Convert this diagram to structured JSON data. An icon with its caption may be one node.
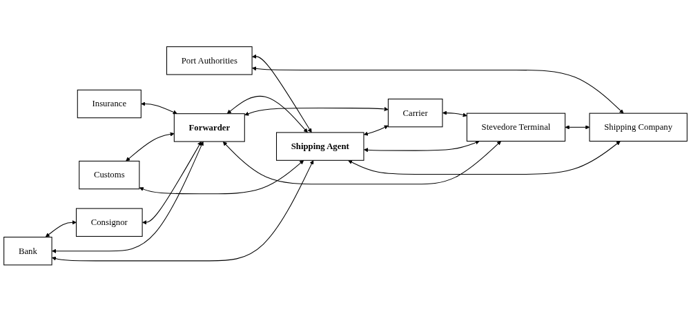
{
  "diagram": {
    "nodes": [
      {
        "text": [
          "Insurance"
        ]
      },
      {
        "text": [
          "Bank"
        ]
      },
      {
        "text": [
          "Customs"
        ]
      },
      {
        "text": [
          "Port Authorities"
        ]
      },
      {
        "text": [
          "Consignor"
        ]
      },
      {
        "text": [
          "Forwarder"
        ]
      },
      {
        "text": [
          "Shipping Agent"
        ]
      },
      {
        "text": [
          "Carrier"
        ]
      },
      {
        "text": [
          "Stevedore Terminal"
        ]
      },
      {
        "text": [
          "Shipping Company"
        ]
      }
    ],
    "edges": [
      {
        "from": 0,
        "to": 5,
        "arrow": "both"
      },
      {
        "from": 1,
        "to": 4,
        "arrow": "both"
      },
      {
        "from": 1,
        "to": 5,
        "arrow": "both"
      },
      {
        "from": 1,
        "to": 6,
        "arrow": "both"
      },
      {
        "from": 2,
        "to": 5,
        "arrow": "both"
      },
      {
        "from": 2,
        "to": 6,
        "arrow": "both"
      },
      {
        "from": 3,
        "to": 6,
        "arrow": "both"
      },
      {
        "from": 3,
        "to": 9,
        "arrow": "both"
      },
      {
        "from": 4,
        "to": 5,
        "arrow": "both"
      },
      {
        "from": 5,
        "to": 6,
        "arrow": "both"
      },
      {
        "from": 5,
        "to": 7,
        "arrow": "both"
      },
      {
        "from": 5,
        "to": 8,
        "arrow": "both"
      },
      {
        "from": 6,
        "to": 7,
        "arrow": "both"
      },
      {
        "from": 6,
        "to": 8,
        "arrow": "both"
      },
      {
        "from": 6,
        "to": 9,
        "arrow": "both"
      },
      {
        "from": 7,
        "to": 8,
        "arrow": "both"
      },
      {
        "from": 8,
        "to": 9,
        "arrow": "both"
      }
    ]
  }
}
